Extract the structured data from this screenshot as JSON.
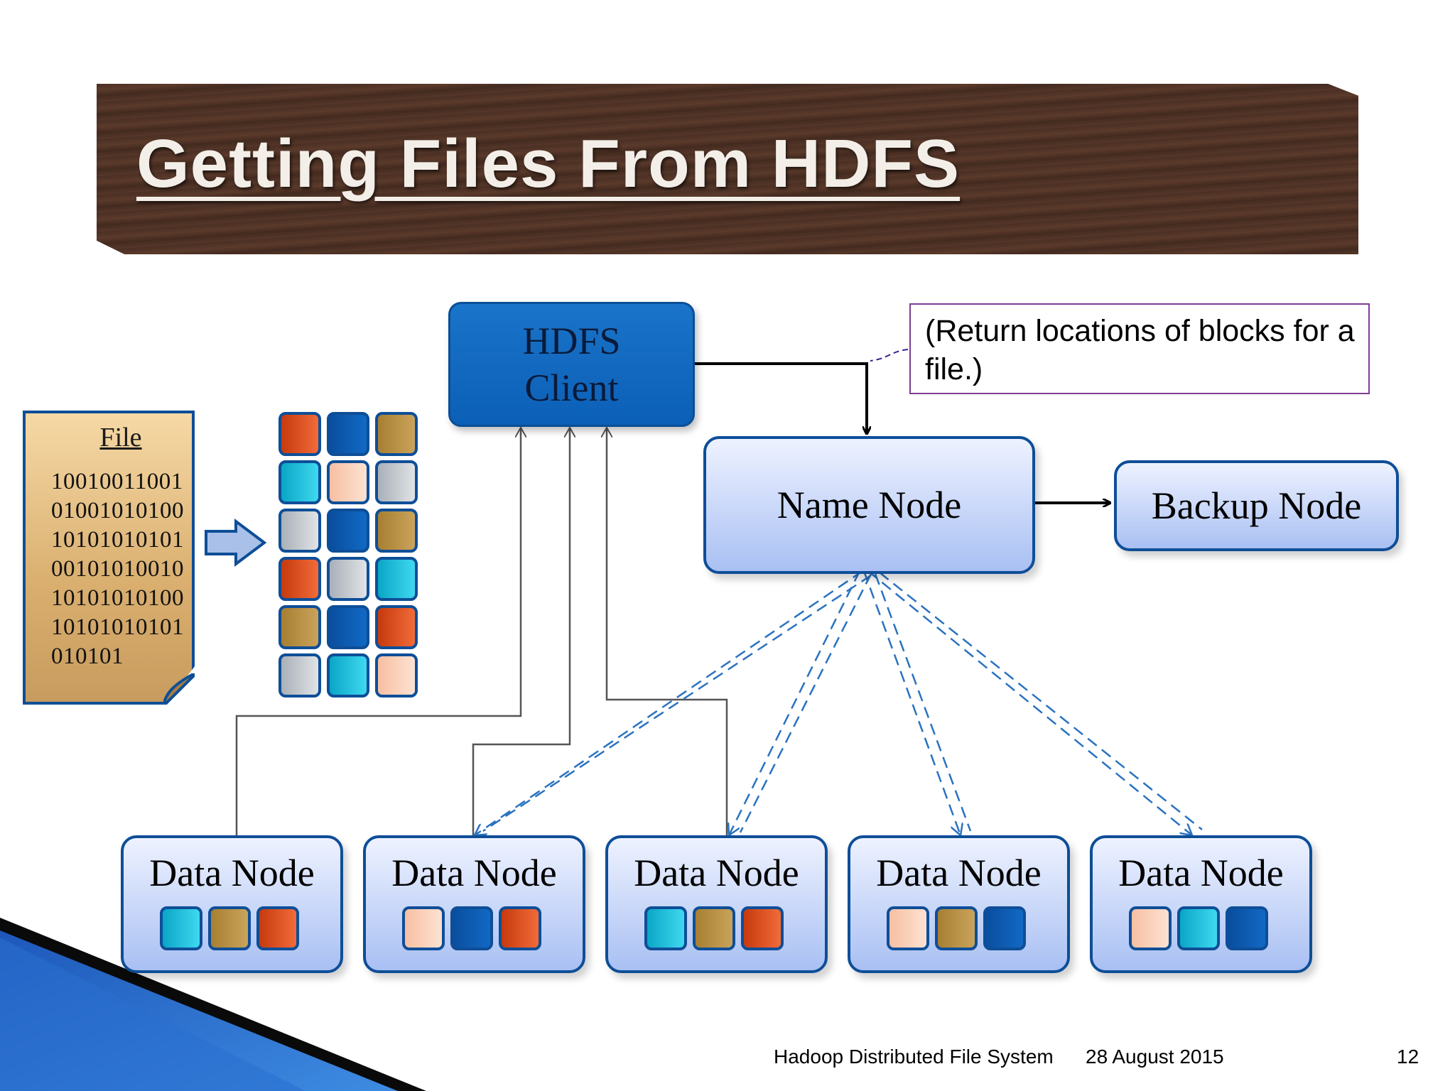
{
  "slide": {
    "title": "Getting Files From HDFS",
    "client_label": "HDFS\nClient",
    "name_node_label": "Name Node",
    "backup_node_label": "Backup Node",
    "note": "(Return locations of blocks for a file.)",
    "file": {
      "title": "File",
      "lines": [
        "10010011001",
        "01001010100",
        "10101010101",
        "00101010010",
        "10101010100",
        "10101010101",
        "010101"
      ]
    },
    "block_grid_colors": [
      [
        "orange",
        "blue",
        "gold"
      ],
      [
        "cyan",
        "peach",
        "grey"
      ],
      [
        "grey",
        "blue",
        "gold"
      ],
      [
        "orange",
        "grey",
        "cyan"
      ],
      [
        "gold",
        "blue",
        "orange"
      ],
      [
        "grey",
        "cyan",
        "peach"
      ]
    ],
    "data_nodes": [
      {
        "label": "Data Node",
        "blocks": [
          "cyan",
          "gold",
          "orange"
        ]
      },
      {
        "label": "Data Node",
        "blocks": [
          "peach",
          "blue",
          "orange"
        ]
      },
      {
        "label": "Data Node",
        "blocks": [
          "cyan",
          "gold",
          "orange"
        ]
      },
      {
        "label": "Data Node",
        "blocks": [
          "peach",
          "gold",
          "blue"
        ]
      },
      {
        "label": "Data Node",
        "blocks": [
          "peach",
          "cyan",
          "blue"
        ]
      }
    ]
  },
  "footer": {
    "title": "Hadoop Distributed File System",
    "date": "28 August 2015",
    "page": "12"
  },
  "colors": {
    "orange": "#e2501c",
    "blue": "#0b5cb0",
    "gold": "#b88f45",
    "cyan": "#1cc0de",
    "peach": "#fbd0ba",
    "grey": "#c4c9ce",
    "accent_blue": "#0e4e97"
  }
}
